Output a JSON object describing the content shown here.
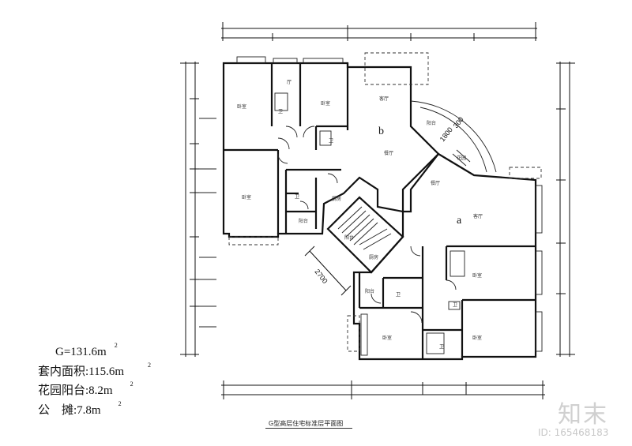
{
  "plan": {
    "units": [
      "b",
      "a"
    ],
    "rooms": {
      "b_master": "卧室",
      "b_small": "厅",
      "b_bath": "卫",
      "b_bed2": "卧室",
      "b_study": "客厅",
      "b_dining": "餐厅",
      "b_balcony": "阳台",
      "b_wc": "卫",
      "b_bed3": "卧室",
      "b_toilet2": "卫",
      "b_kitchen": "厨房",
      "b_service": "阳台",
      "b_garden": "花园",
      "a_living": "客厅",
      "a_dining": "餐厅",
      "a_balcony": "阳台",
      "a_kitchen": "厨房",
      "a_bed1": "卧室",
      "a_bed2": "卧室",
      "a_bed3": "卧室",
      "a_wc1": "卫",
      "a_wc2": "卫",
      "a_bath": "卫",
      "a_service": "阳台"
    },
    "dimensions": {
      "stair": "2700",
      "bay": "1800",
      "offset": "300"
    }
  },
  "stats": {
    "total": "G=131.6m",
    "inner": "套内面积:115.6m",
    "garden": "花园阳台:8.2m",
    "shared": "公　摊:7.8m",
    "sup": "2"
  },
  "caption": "G型高层住宅标准层平面图",
  "watermark": {
    "logo": "知末",
    "id": "ID: 165468183"
  }
}
